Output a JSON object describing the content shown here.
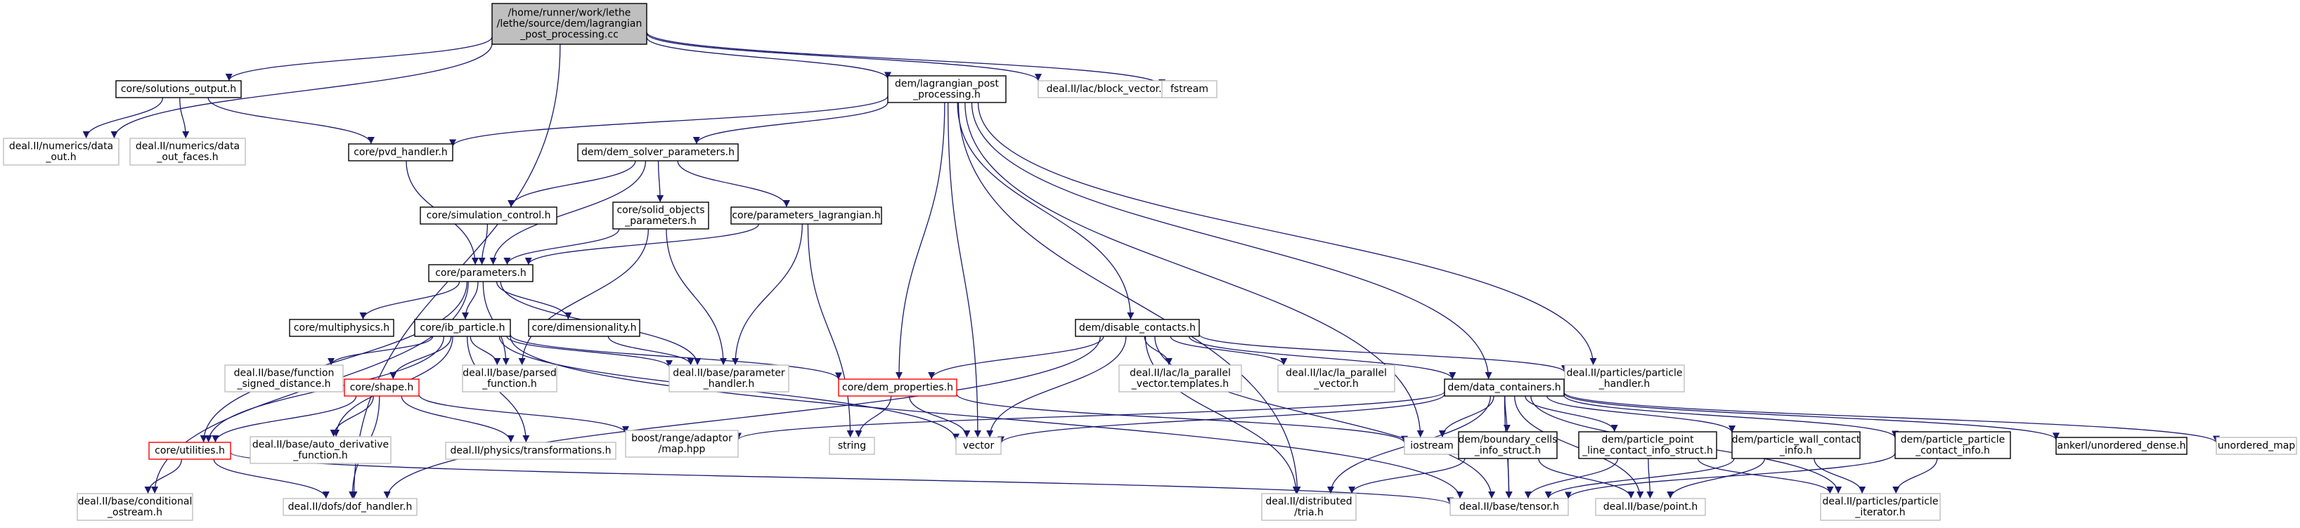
{
  "graph": {
    "colors": {
      "edge": "#191970",
      "main_fill": "#bfbfbf",
      "normal_border": "#000000",
      "external_border": "#bfbfbf",
      "incomplete_border": "#ff0000"
    },
    "nodes": [
      {
        "id": "main",
        "lines": [
          "/home/runner/work/lethe",
          "/lethe/source/dem/lagrangian",
          "_post_processing.cc"
        ],
        "kind": "main"
      },
      {
        "id": "solutions_output",
        "lines": [
          "core/solutions_output.h"
        ],
        "kind": "normal"
      },
      {
        "id": "lagrangian_pp",
        "lines": [
          "dem/lagrangian_post",
          "_processing.h"
        ],
        "kind": "normal"
      },
      {
        "id": "block_vector",
        "lines": [
          "deal.II/lac/block_vector.h"
        ],
        "kind": "external"
      },
      {
        "id": "fstream",
        "lines": [
          "fstream"
        ],
        "kind": "external"
      },
      {
        "id": "data_out",
        "lines": [
          "deal.II/numerics/data",
          "_out.h"
        ],
        "kind": "external"
      },
      {
        "id": "data_out_faces",
        "lines": [
          "deal.II/numerics/data",
          "_out_faces.h"
        ],
        "kind": "external"
      },
      {
        "id": "pvd_handler",
        "lines": [
          "core/pvd_handler.h"
        ],
        "kind": "normal"
      },
      {
        "id": "dem_solver_params",
        "lines": [
          "dem/dem_solver_parameters.h"
        ],
        "kind": "normal"
      },
      {
        "id": "simulation_control",
        "lines": [
          "core/simulation_control.h"
        ],
        "kind": "normal"
      },
      {
        "id": "solid_objects_params",
        "lines": [
          "core/solid_objects",
          "_parameters.h"
        ],
        "kind": "normal"
      },
      {
        "id": "params_lagrangian",
        "lines": [
          "core/parameters_lagrangian.h"
        ],
        "kind": "normal"
      },
      {
        "id": "parameters",
        "lines": [
          "core/parameters.h"
        ],
        "kind": "normal"
      },
      {
        "id": "multiphysics",
        "lines": [
          "core/multiphysics.h"
        ],
        "kind": "normal"
      },
      {
        "id": "ib_particle",
        "lines": [
          "core/ib_particle.h"
        ],
        "kind": "normal"
      },
      {
        "id": "dimensionality",
        "lines": [
          "core/dimensionality.h"
        ],
        "kind": "normal"
      },
      {
        "id": "function_signed",
        "lines": [
          "deal.II/base/function",
          "_signed_distance.h"
        ],
        "kind": "external"
      },
      {
        "id": "parsed_function",
        "lines": [
          "deal.II/base/parsed",
          "_function.h"
        ],
        "kind": "external"
      },
      {
        "id": "parameter_handler",
        "lines": [
          "deal.II/base/parameter",
          "_handler.h"
        ],
        "kind": "external"
      },
      {
        "id": "shape",
        "lines": [
          "core/shape.h"
        ],
        "kind": "incomplete"
      },
      {
        "id": "utilities",
        "lines": [
          "core/utilities.h"
        ],
        "kind": "incomplete"
      },
      {
        "id": "auto_derivative",
        "lines": [
          "deal.II/base/auto_derivative",
          "_function.h"
        ],
        "kind": "external"
      },
      {
        "id": "transformations",
        "lines": [
          "deal.II/physics/transformations.h"
        ],
        "kind": "external"
      },
      {
        "id": "conditional_ostream",
        "lines": [
          "deal.II/base/conditional",
          "_ostream.h"
        ],
        "kind": "external"
      },
      {
        "id": "dof_handler",
        "lines": [
          "deal.II/dofs/dof_handler.h"
        ],
        "kind": "external"
      },
      {
        "id": "boost_map",
        "lines": [
          "boost/range/adaptor",
          "/map.hpp"
        ],
        "kind": "external"
      },
      {
        "id": "string",
        "lines": [
          "string"
        ],
        "kind": "external"
      },
      {
        "id": "dem_properties",
        "lines": [
          "core/dem_properties.h"
        ],
        "kind": "incomplete"
      },
      {
        "id": "vector",
        "lines": [
          "vector"
        ],
        "kind": "external"
      },
      {
        "id": "disable_contacts",
        "lines": [
          "dem/disable_contacts.h"
        ],
        "kind": "normal"
      },
      {
        "id": "la_parallel_templates",
        "lines": [
          "deal.II/lac/la_parallel",
          "_vector.templates.h"
        ],
        "kind": "external"
      },
      {
        "id": "la_parallel_vector",
        "lines": [
          "deal.II/lac/la_parallel",
          "_vector.h"
        ],
        "kind": "external"
      },
      {
        "id": "particle_handler",
        "lines": [
          "deal.II/particles/particle",
          "_handler.h"
        ],
        "kind": "external"
      },
      {
        "id": "data_containers",
        "lines": [
          "dem/data_containers.h"
        ],
        "kind": "normal"
      },
      {
        "id": "iostream",
        "lines": [
          "iostream"
        ],
        "kind": "external"
      },
      {
        "id": "boundary_cells",
        "lines": [
          "dem/boundary_cells",
          "_info_struct.h"
        ],
        "kind": "normal"
      },
      {
        "id": "ppl_contact",
        "lines": [
          "dem/particle_point",
          "_line_contact_info_struct.h"
        ],
        "kind": "normal"
      },
      {
        "id": "pw_contact",
        "lines": [
          "dem/particle_wall_contact",
          "_info.h"
        ],
        "kind": "normal"
      },
      {
        "id": "pp_contact",
        "lines": [
          "dem/particle_particle",
          "_contact_info.h"
        ],
        "kind": "normal"
      },
      {
        "id": "ankerl",
        "lines": [
          "ankerl/unordered_dense.h"
        ],
        "kind": "normal"
      },
      {
        "id": "unordered_map",
        "lines": [
          "unordered_map"
        ],
        "kind": "external"
      },
      {
        "id": "distributed_tria",
        "lines": [
          "deal.II/distributed",
          "/tria.h"
        ],
        "kind": "external"
      },
      {
        "id": "tensor",
        "lines": [
          "deal.II/base/tensor.h"
        ],
        "kind": "external"
      },
      {
        "id": "point",
        "lines": [
          "deal.II/base/point.h"
        ],
        "kind": "external"
      },
      {
        "id": "particle_iterator",
        "lines": [
          "deal.II/particles/particle",
          "_iterator.h"
        ],
        "kind": "external"
      }
    ],
    "edges": [
      [
        "main",
        "solutions_output"
      ],
      [
        "main",
        "lagrangian_pp"
      ],
      [
        "main",
        "block_vector"
      ],
      [
        "main",
        "fstream"
      ],
      [
        "main",
        "data_out"
      ],
      [
        "main",
        "dof_handler"
      ],
      [
        "solutions_output",
        "data_out"
      ],
      [
        "solutions_output",
        "data_out_faces"
      ],
      [
        "solutions_output",
        "pvd_handler"
      ],
      [
        "lagrangian_pp",
        "pvd_handler"
      ],
      [
        "lagrangian_pp",
        "dem_solver_params"
      ],
      [
        "lagrangian_pp",
        "dem_properties"
      ],
      [
        "lagrangian_pp",
        "vector"
      ],
      [
        "lagrangian_pp",
        "disable_contacts"
      ],
      [
        "lagrangian_pp",
        "data_containers"
      ],
      [
        "lagrangian_pp",
        "particle_handler"
      ],
      [
        "lagrangian_pp",
        "distributed_tria"
      ],
      [
        "lagrangian_pp",
        "iostream"
      ],
      [
        "pvd_handler",
        "parameters"
      ],
      [
        "dem_solver_params",
        "simulation_control"
      ],
      [
        "dem_solver_params",
        "solid_objects_params"
      ],
      [
        "dem_solver_params",
        "params_lagrangian"
      ],
      [
        "dem_solver_params",
        "parameters"
      ],
      [
        "simulation_control",
        "parameters"
      ],
      [
        "solid_objects_params",
        "parameters"
      ],
      [
        "solid_objects_params",
        "parsed_function"
      ],
      [
        "solid_objects_params",
        "parameter_handler"
      ],
      [
        "params_lagrangian",
        "parameters"
      ],
      [
        "params_lagrangian",
        "parameter_handler"
      ],
      [
        "params_lagrangian",
        "string"
      ],
      [
        "parameters",
        "multiphysics"
      ],
      [
        "parameters",
        "ib_particle"
      ],
      [
        "parameters",
        "dimensionality"
      ],
      [
        "parameters",
        "parsed_function"
      ],
      [
        "parameters",
        "parameter_handler"
      ],
      [
        "parameters",
        "utilities"
      ],
      [
        "parameters",
        "conditional_ostream"
      ],
      [
        "ib_particle",
        "function_signed"
      ],
      [
        "ib_particle",
        "parsed_function"
      ],
      [
        "ib_particle",
        "parameter_handler"
      ],
      [
        "ib_particle",
        "shape"
      ],
      [
        "ib_particle",
        "auto_derivative"
      ],
      [
        "ib_particle",
        "transformations"
      ],
      [
        "ib_particle",
        "dem_properties"
      ],
      [
        "ib_particle",
        "vector"
      ],
      [
        "ib_particle",
        "tensor"
      ],
      [
        "ib_particle",
        "utilities"
      ],
      [
        "dimensionality",
        "parameter_handler"
      ],
      [
        "shape",
        "utilities"
      ],
      [
        "shape",
        "auto_derivative"
      ],
      [
        "shape",
        "transformations"
      ],
      [
        "shape",
        "boost_map"
      ],
      [
        "shape",
        "dof_handler"
      ],
      [
        "utilities",
        "conditional_ostream"
      ],
      [
        "utilities",
        "dof_handler"
      ],
      [
        "utilities",
        "tensor"
      ],
      [
        "dem_properties",
        "string"
      ],
      [
        "dem_properties",
        "vector"
      ],
      [
        "dem_properties",
        "iostream"
      ],
      [
        "disable_contacts",
        "dem_properties"
      ],
      [
        "disable_contacts",
        "la_parallel_templates"
      ],
      [
        "disable_contacts",
        "la_parallel_vector"
      ],
      [
        "disable_contacts",
        "particle_handler"
      ],
      [
        "disable_contacts",
        "data_containers"
      ],
      [
        "disable_contacts",
        "vector"
      ],
      [
        "disable_contacts",
        "distributed_tria"
      ],
      [
        "disable_contacts",
        "dof_handler"
      ],
      [
        "disable_contacts",
        "tensor"
      ],
      [
        "data_containers",
        "boost_map"
      ],
      [
        "data_containers",
        "vector"
      ],
      [
        "data_containers",
        "iostream"
      ],
      [
        "data_containers",
        "boundary_cells"
      ],
      [
        "data_containers",
        "ppl_contact"
      ],
      [
        "data_containers",
        "pw_contact"
      ],
      [
        "data_containers",
        "pp_contact"
      ],
      [
        "data_containers",
        "ankerl"
      ],
      [
        "data_containers",
        "unordered_map"
      ],
      [
        "data_containers",
        "distributed_tria"
      ],
      [
        "data_containers",
        "tensor"
      ],
      [
        "data_containers",
        "point"
      ],
      [
        "data_containers",
        "particle_iterator"
      ],
      [
        "boundary_cells",
        "distributed_tria"
      ],
      [
        "boundary_cells",
        "tensor"
      ],
      [
        "boundary_cells",
        "point"
      ],
      [
        "ppl_contact",
        "tensor"
      ],
      [
        "ppl_contact",
        "point"
      ],
      [
        "ppl_contact",
        "particle_iterator"
      ],
      [
        "pw_contact",
        "tensor"
      ],
      [
        "pw_contact",
        "point"
      ],
      [
        "pw_contact",
        "particle_iterator"
      ],
      [
        "pp_contact",
        "tensor"
      ],
      [
        "pp_contact",
        "particle_iterator"
      ]
    ]
  }
}
